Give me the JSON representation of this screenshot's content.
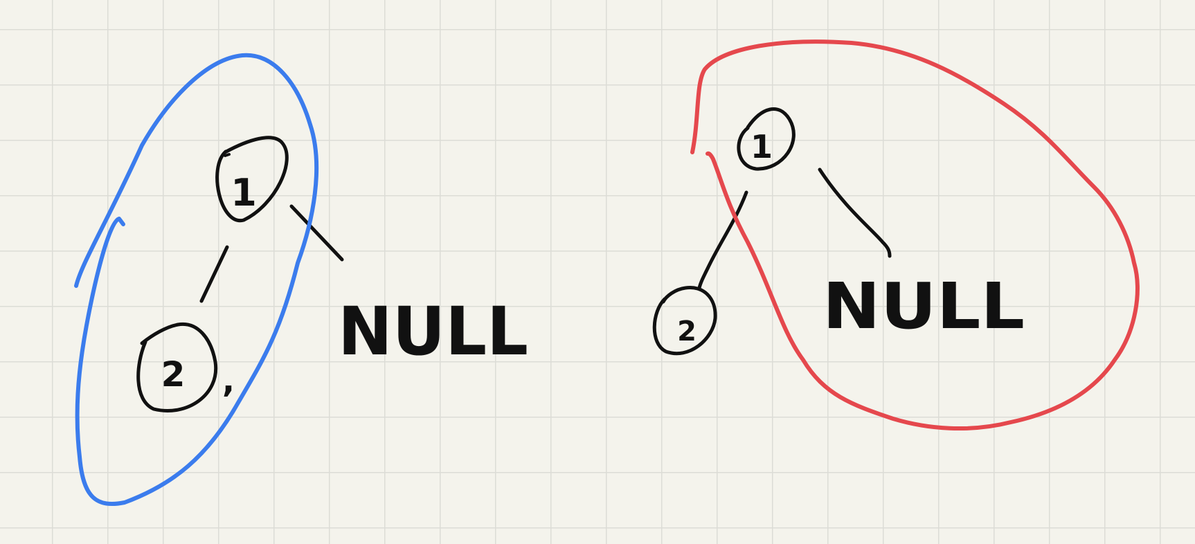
{
  "diagram": {
    "colors": {
      "ink": "#111111",
      "left_highlight": "#3b7ced",
      "right_highlight": "#e5484d",
      "paper": "#f4f3ec",
      "grid": "#dcdcd6"
    },
    "left_tree": {
      "root_label": "1",
      "left_child_label": "2",
      "right_child_label": "NULL",
      "separator": ","
    },
    "right_tree": {
      "root_label": "1",
      "left_child_label": "2",
      "right_child_label": "NULL"
    }
  }
}
